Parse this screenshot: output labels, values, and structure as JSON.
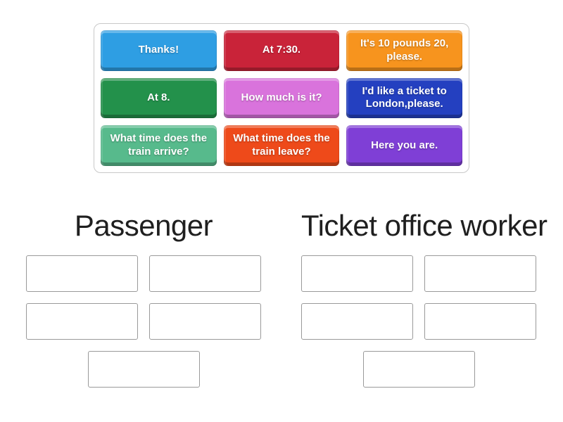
{
  "board": {
    "tiles": [
      {
        "label": "Thanks!",
        "color": "#2e9ee3"
      },
      {
        "label": "At 7:30.",
        "color": "#c92339"
      },
      {
        "label": "It's 10 pounds 20, please.",
        "color": "#f7941e"
      },
      {
        "label": "At 8.",
        "color": "#23914b"
      },
      {
        "label": "How much is it?",
        "color": "#d973dc"
      },
      {
        "label": "I'd like a ticket to London,please.",
        "color": "#2440c0"
      },
      {
        "label": "What time does the train arrive?",
        "color": "#57ba8c"
      },
      {
        "label": "What time does the train leave?",
        "color": "#ee4a1a"
      },
      {
        "label": "Here you are.",
        "color": "#7f3fd6"
      }
    ]
  },
  "groups": [
    {
      "id": "passenger",
      "title": "Passenger",
      "slot_count": 5
    },
    {
      "id": "ticket-office-worker",
      "title": "Ticket office worker",
      "slot_count": 5
    }
  ]
}
